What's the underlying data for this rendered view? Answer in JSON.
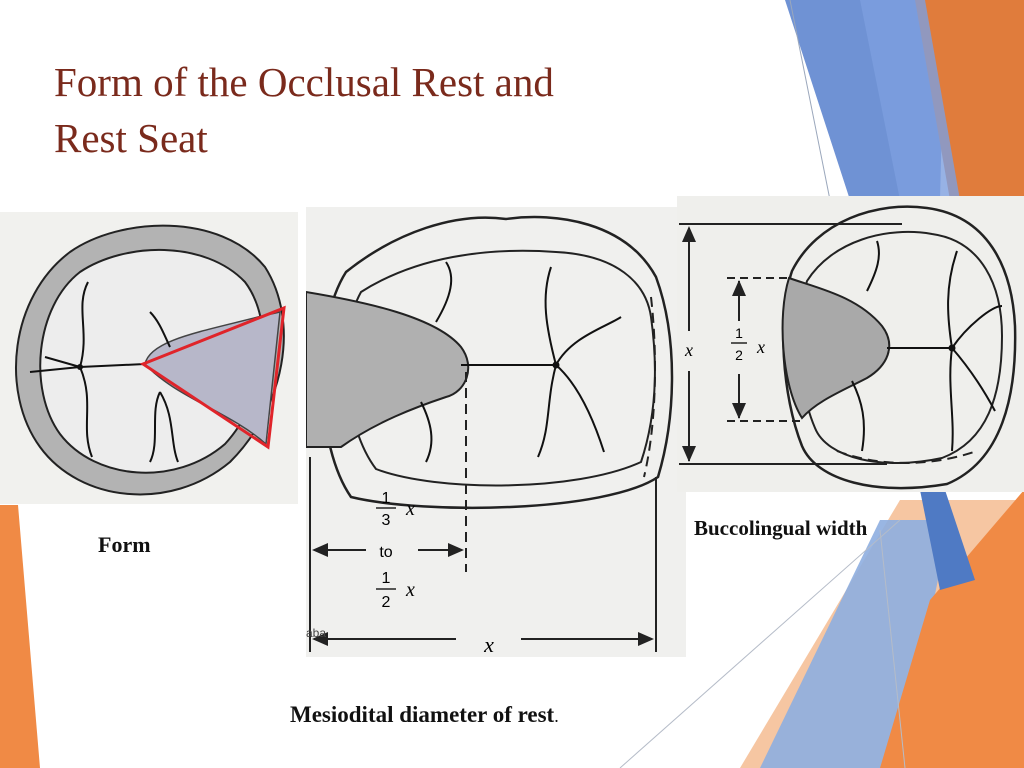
{
  "slide": {
    "title_line1": "Form of  the Occlusal Rest and",
    "title_line2": "Rest Seat"
  },
  "captions": {
    "form": "Form",
    "buccolingual": "Buccolingual width",
    "mesiodistal": "Mesiodital diameter of  rest",
    "mesiodistal_end": "."
  },
  "figure_mesiodistal": {
    "fraction_top_num": "1",
    "fraction_top_den": "3",
    "to_label": "to",
    "fraction_bottom_num": "1",
    "fraction_bottom_den": "2",
    "x_label": "x",
    "width_label": "x",
    "corner_text": "aba"
  },
  "figure_buccolingual": {
    "height_label": "x",
    "half_num": "1",
    "half_den": "2",
    "half_var": "x"
  },
  "colors": {
    "title": "#7a2a1c",
    "accent_blue": "#5b86c9",
    "accent_orange": "#f08a45",
    "rest_fill": "#b7b7c9",
    "form_outline": "#e0242a"
  }
}
